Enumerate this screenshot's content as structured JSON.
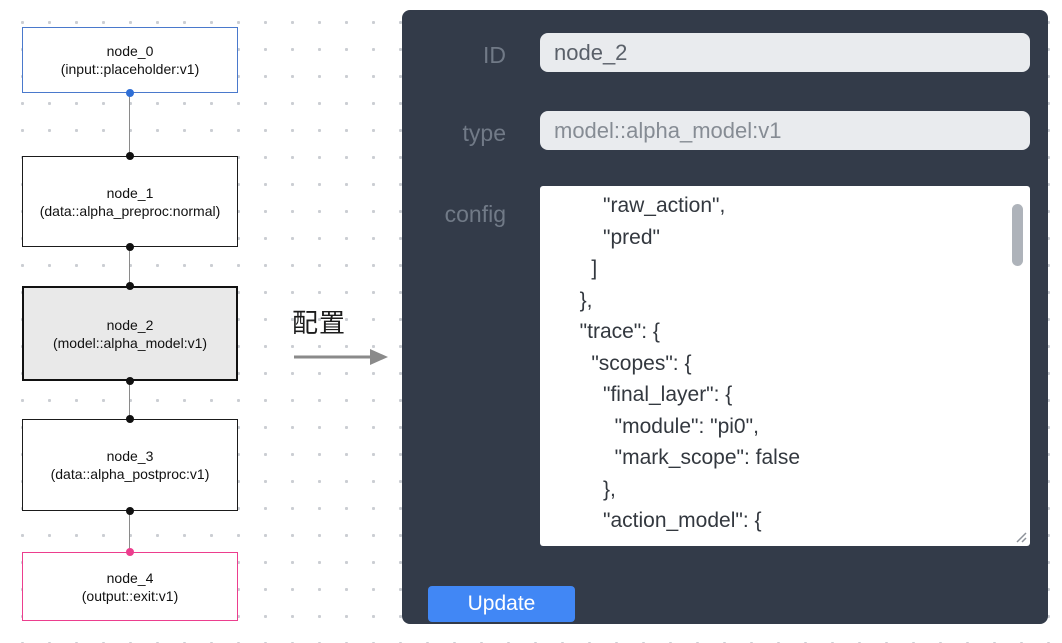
{
  "canvas": {
    "nodes": [
      {
        "id": "node_0",
        "label": "node_0",
        "sub": "(input::placeholder:v1)",
        "kind": "input"
      },
      {
        "id": "node_1",
        "label": "node_1",
        "sub": "(data::alpha_preproc:normal)",
        "kind": "default"
      },
      {
        "id": "node_2",
        "label": "node_2",
        "sub": "(model::alpha_model:v1)",
        "kind": "selected"
      },
      {
        "id": "node_3",
        "label": "node_3",
        "sub": "(data::alpha_postproc:v1)",
        "kind": "default"
      },
      {
        "id": "node_4",
        "label": "node_4",
        "sub": "(output::exit:v1)",
        "kind": "output"
      }
    ]
  },
  "annotation": {
    "label": "配置"
  },
  "panel": {
    "fields": [
      {
        "label": "ID",
        "value": "node_2"
      },
      {
        "label": "type",
        "value": "model::alpha_model:v1"
      }
    ],
    "config_label": "config",
    "config_lines": [
      "      \"raw_action\",",
      "      \"pred\"",
      "    ]",
      "  },",
      "  \"trace\": {",
      "    \"scopes\": {",
      "      \"final_layer\": {",
      "        \"module\": \"pi0\",",
      "        \"mark_scope\": false",
      "      },",
      "      \"action_model\": {"
    ],
    "update_label": "Update"
  },
  "colors": {
    "panel_bg": "#333b49",
    "accent_blue": "#4187f5",
    "input_node_border": "#4a79cc",
    "output_node_border": "#ec3e8e",
    "selected_node_bg": "#e9e9e9",
    "input_bg": "#e9ebee",
    "label_text": "#717a87"
  }
}
